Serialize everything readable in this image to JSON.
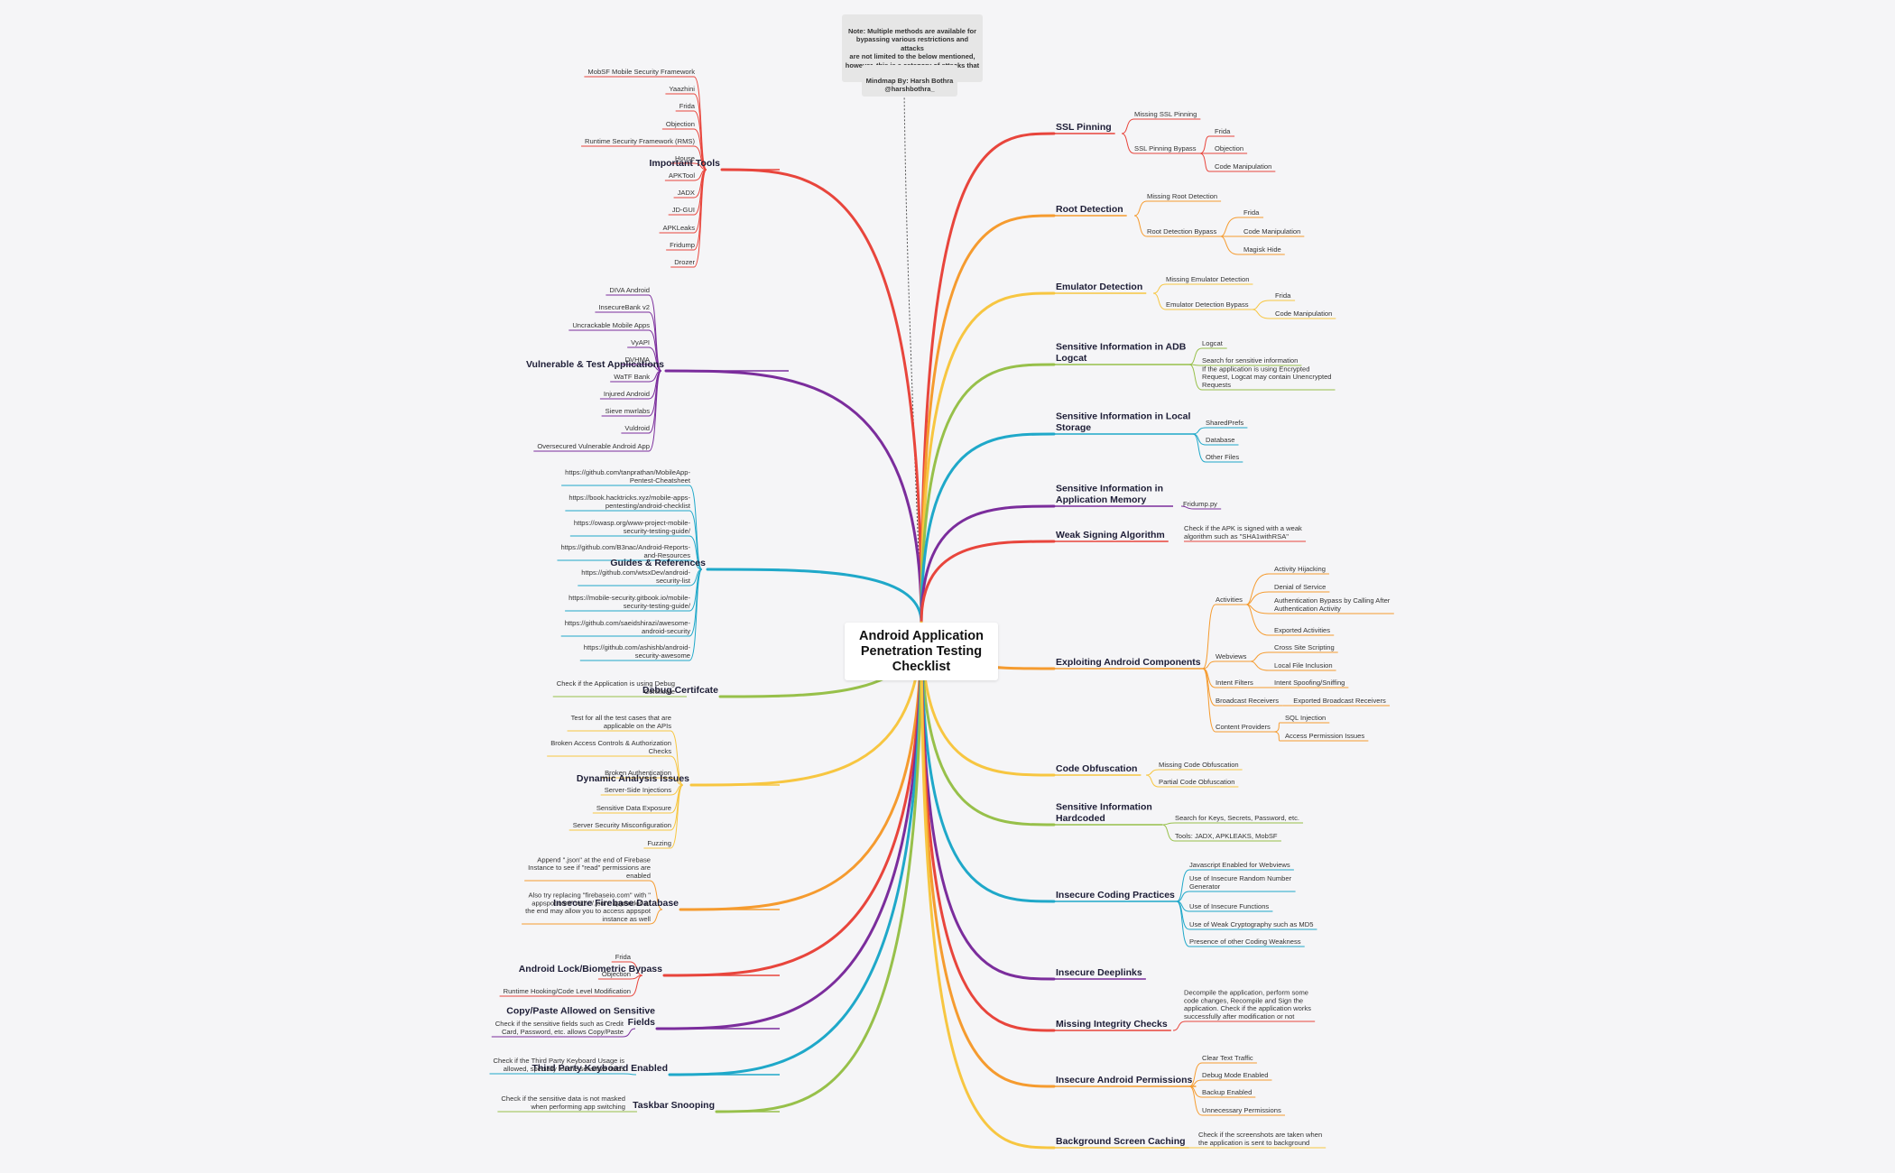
{
  "center_title": "Android Application\nPenetration Testing\nChecklist",
  "note_text": "Note: Multiple methods are available for\nbypassing various restrictions and attacks\nare not limited to the below mentioned,\nhowever, this is a category of attacks that\nis widely observed.",
  "author_text": "Mindmap By: Harsh Bothra\n@harshbothra_",
  "colors": {
    "red": "#e8453c",
    "orange": "#f59b2f",
    "yellow": "#f7c641",
    "green": "#97c04a",
    "teal": "#1fa8c9",
    "purple": "#7b2d9c"
  },
  "branches": [
    {
      "side": "left",
      "label": "Important Tools",
      "color": "red",
      "items": [
        {
          "text": "MobSF Mobile Security Framework"
        },
        {
          "text": "Yaazhini"
        },
        {
          "text": "Frida"
        },
        {
          "text": "Objection"
        },
        {
          "text": "Runtime Security Framework (RMS)"
        },
        {
          "text": "House"
        },
        {
          "text": "APKTool"
        },
        {
          "text": "JADX"
        },
        {
          "text": "JD-GUI"
        },
        {
          "text": "APKLeaks"
        },
        {
          "text": "Fridump"
        },
        {
          "text": "Drozer"
        }
      ]
    },
    {
      "side": "left",
      "label": "Vulnerable & Test Applications",
      "color": "purple",
      "items": [
        {
          "text": "DIVA Android"
        },
        {
          "text": "InsecureBank v2"
        },
        {
          "text": "Uncrackable Mobile Apps"
        },
        {
          "text": "VyAPI"
        },
        {
          "text": "DVHMA"
        },
        {
          "text": "WaTF Bank"
        },
        {
          "text": "Injured Android"
        },
        {
          "text": "Sieve mwrlabs"
        },
        {
          "text": "Vuldroid"
        },
        {
          "text": "Oversecured Vulnerable Android App"
        }
      ]
    },
    {
      "side": "left",
      "label": "Guides & References",
      "color": "teal",
      "items": [
        {
          "text": "https://github.com/tanprathan/MobileApp-\nPentest-Cheatsheet"
        },
        {
          "text": "https://book.hacktricks.xyz/mobile-apps-\npentesting/android-checklist"
        },
        {
          "text": "https://owasp.org/www-project-mobile-\nsecurity-testing-guide/"
        },
        {
          "text": "https://github.com/B3nac/Android-Reports-\nand-Resources"
        },
        {
          "text": "https://github.com/wtsxDev/android-\nsecurity-list"
        },
        {
          "text": "https://mobile-security.gitbook.io/mobile-\nsecurity-testing-guide/"
        },
        {
          "text": "https://github.com/saeidshirazi/awesome-\nandroid-security"
        },
        {
          "text": "https://github.com/ashishb/android-\nsecurity-awesome"
        }
      ]
    },
    {
      "side": "left",
      "label": "Debug Certifcate",
      "color": "green",
      "items": [
        {
          "text": "Check if the Application is using Debug\nCertificate"
        }
      ]
    },
    {
      "side": "left",
      "label": "Dynamic Analysis Issues",
      "color": "yellow",
      "items": [
        {
          "text": "Test for all the test cases that are\napplicable on the APIs"
        },
        {
          "text": "Broken Access Controls & Authorization\nChecks"
        },
        {
          "text": "Broken Authentication"
        },
        {
          "text": "Server-Side Injections"
        },
        {
          "text": "Sensitive Data Exposure"
        },
        {
          "text": "Server Security Misconfiguration"
        },
        {
          "text": "Fuzzing"
        }
      ]
    },
    {
      "side": "left",
      "label": "Insecure Firebase Database",
      "color": "orange",
      "items": [
        {
          "text": "Append \".json\" at the end of Firebase\nInstance to see if \"read\" permissions are\nenabled"
        },
        {
          "text": "Also try replacing \"firebaseio.com\" with \"\nappspot.com\" with \"/.json\" appended at\nthe end may allow you to access appspot\ninstance as well"
        }
      ]
    },
    {
      "side": "left",
      "label": "Android Lock/Biometric Bypass",
      "color": "red",
      "items": [
        {
          "text": "Frida"
        },
        {
          "text": "Objection"
        },
        {
          "text": "Runtime Hooking/Code Level Modification"
        }
      ]
    },
    {
      "side": "left",
      "label": "Copy/Paste Allowed on Sensitive\nFields",
      "color": "purple",
      "items": [
        {
          "text": "Check if the sensitive fields such as Credit\nCard, Password, etc. allows Copy/Paste"
        }
      ]
    },
    {
      "side": "left",
      "label": "Third Party Keyboard Enabled",
      "color": "teal",
      "items": [
        {
          "text": "Check if the Third Party Keyboard Usage is\nallowed, specially for the sensitive fields"
        }
      ]
    },
    {
      "side": "left",
      "label": "Taskbar Snooping",
      "color": "green",
      "items": [
        {
          "text": "Check if the sensitive data is not masked\nwhen performing app switching"
        }
      ]
    },
    {
      "side": "right",
      "label": "SSL Pinning",
      "color": "red",
      "items": [
        {
          "text": "Missing SSL Pinning"
        },
        {
          "text": "SSL Pinning Bypass",
          "children": [
            "Frida",
            "Objection",
            "Code Manipulation"
          ]
        }
      ]
    },
    {
      "side": "right",
      "label": "Root Detection",
      "color": "orange",
      "items": [
        {
          "text": "Missing Root Detection"
        },
        {
          "text": "Root Detection Bypass",
          "children": [
            "Frida",
            "Code Manipulation",
            "Magisk Hide"
          ]
        }
      ]
    },
    {
      "side": "right",
      "label": "Emulator Detection",
      "color": "yellow",
      "items": [
        {
          "text": "Missing Emulator Detection"
        },
        {
          "text": "Emulator Detection Bypass",
          "children": [
            "Frida",
            "Code Manipulation"
          ]
        }
      ]
    },
    {
      "side": "right",
      "label": "Sensitive Information in ADB\nLogcat",
      "color": "green",
      "items": [
        {
          "text": "Logcat"
        },
        {
          "text": "Search for sensitive information"
        },
        {
          "text": "If the application is using Encrypted\nRequest, Logcat may contain Unencrypted\nRequests"
        }
      ]
    },
    {
      "side": "right",
      "label": "Sensitive Information in Local\nStorage",
      "color": "teal",
      "items": [
        {
          "text": "SharedPrefs"
        },
        {
          "text": "Database"
        },
        {
          "text": "Other Files"
        }
      ]
    },
    {
      "side": "right",
      "label": "Sensitive Information in\nApplication Memory",
      "color": "purple",
      "items": [
        {
          "text": "Fridump.py"
        }
      ]
    },
    {
      "side": "right",
      "label": "Weak Signing Algorithm",
      "color": "red",
      "items": [
        {
          "text": "Check if the APK is signed with a weak\nalgorithm such as \"SHA1withRSA\""
        }
      ]
    },
    {
      "side": "right",
      "label": "Exploiting Android Components",
      "color": "orange",
      "items": [
        {
          "text": "Activities",
          "children": [
            "Activity Hijacking",
            "Denial of Service",
            "Authentication Bypass by Calling After\nAuthentication Activity",
            "Exported Activities"
          ]
        },
        {
          "text": "Webviews",
          "children": [
            "Cross Site Scripting",
            "Local File Inclusion"
          ]
        },
        {
          "text": "Intent Filters",
          "children": [
            "Intent Spoofing/Sniffing"
          ]
        },
        {
          "text": "Broadcast Receivers",
          "children": [
            "Exported Broadcast  Receivers"
          ]
        },
        {
          "text": "Content Providers",
          "children": [
            "SQL Injection",
            "Access Permission Issues"
          ]
        }
      ]
    },
    {
      "side": "right",
      "label": "Code Obfuscation",
      "color": "yellow",
      "items": [
        {
          "text": "Missing Code Obfuscation"
        },
        {
          "text": "Partial Code Obfuscation"
        }
      ]
    },
    {
      "side": "right",
      "label": "Sensitive Information\nHardcoded",
      "color": "green",
      "items": [
        {
          "text": "Search for Keys, Secrets, Password, etc."
        },
        {
          "text": "Tools: JADX, APKLEAKS, MobSF"
        }
      ]
    },
    {
      "side": "right",
      "label": "Insecure Coding Practices",
      "color": "teal",
      "items": [
        {
          "text": "Javascript Enabled for Webviews"
        },
        {
          "text": "Use of Insecure Random Number\nGenerator"
        },
        {
          "text": "Use of Insecure Functions"
        },
        {
          "text": "Use of Weak Cryptography such as MD5"
        },
        {
          "text": "Presence of other Coding Weakness"
        }
      ]
    },
    {
      "side": "right",
      "label": "Insecure Deeplinks",
      "color": "purple",
      "items": []
    },
    {
      "side": "right",
      "label": "Missing Integrity Checks",
      "color": "red",
      "items": [
        {
          "text": "Decompile the application, perform some\ncode changes, Recompile and Sign the\napplication. Check if the application works\nsuccessfully after modification or not"
        }
      ]
    },
    {
      "side": "right",
      "label": "Insecure Android Permissions",
      "color": "orange",
      "items": [
        {
          "text": "Clear Text Traffic"
        },
        {
          "text": "Debug Mode Enabled"
        },
        {
          "text": "Backup Enabled"
        },
        {
          "text": "Unnecessary Permissions"
        }
      ]
    },
    {
      "side": "right",
      "label": "Background Screen Caching",
      "color": "yellow",
      "items": [
        {
          "text": "Check if the screenshots are taken when\nthe application is sent to background"
        }
      ]
    }
  ]
}
